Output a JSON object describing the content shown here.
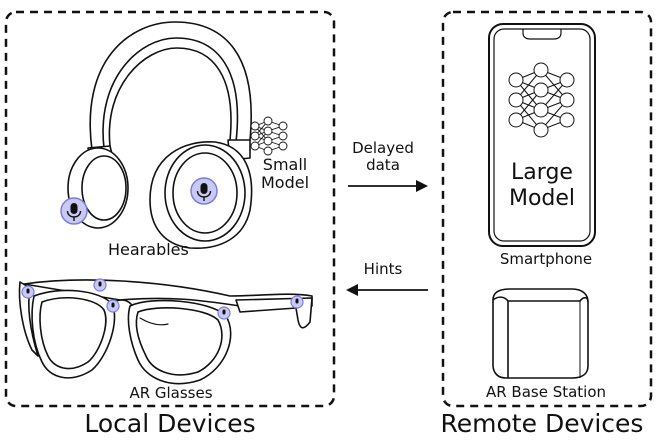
{
  "groups": {
    "local": "Local Devices",
    "remote": "Remote Devices"
  },
  "devices": {
    "hearables": "Hearables",
    "ar_glasses": "AR Glasses",
    "smartphone": "Smartphone",
    "base_station": "AR Base Station"
  },
  "models": {
    "small_line1": "Small",
    "small_line2": "Model",
    "large_line1": "Large",
    "large_line2": "Model"
  },
  "arrows": {
    "forward_line1": "Delayed",
    "forward_line2": "data",
    "backward": "Hints"
  },
  "icons": {
    "microphone": "microphone-icon",
    "neural_network": "neural-network-icon"
  },
  "colors": {
    "mic_fill": "#c9c9f3",
    "mic_stroke": "#7c7ce0",
    "outline": "#111111"
  }
}
